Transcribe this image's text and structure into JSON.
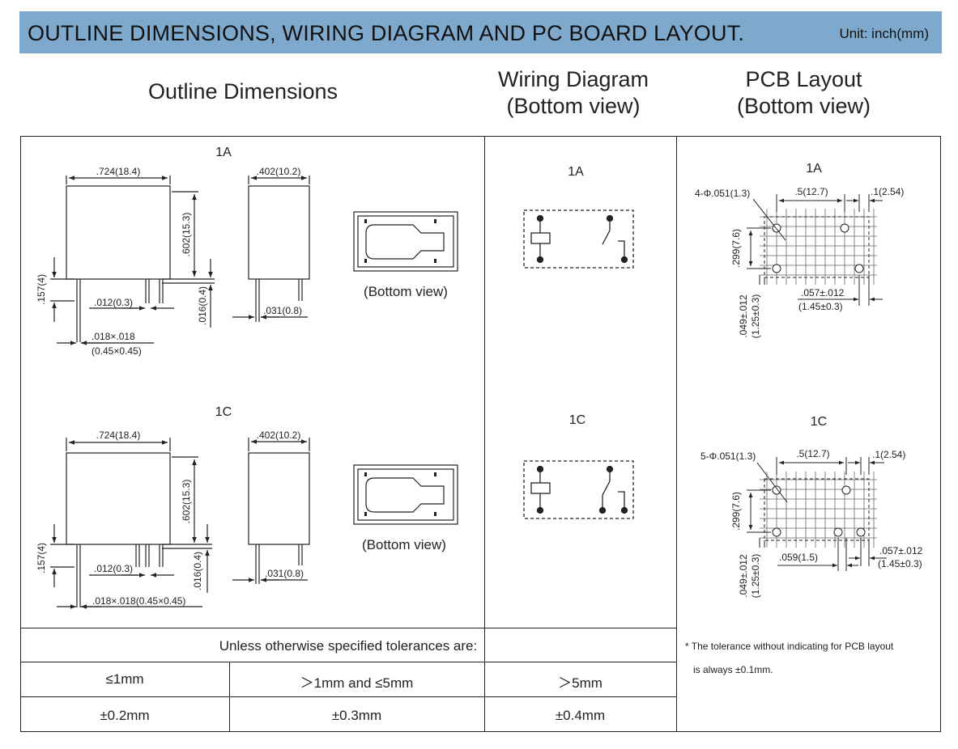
{
  "header": {
    "title": "OUTLINE DIMENSIONS, WIRING DIAGRAM AND PC BOARD LAYOUT.",
    "unit": "Unit: inch(mm)"
  },
  "columns": {
    "outline": "Outline Dimensions",
    "wiring_line1": "Wiring Diagram",
    "wiring_line2": "(Bottom view)",
    "pcb_line1": "PCB Layout",
    "pcb_line2": "(Bottom view)"
  },
  "outline": {
    "a": {
      "label": "1A",
      "width": ".724(18.4)",
      "side_width": ".402(10.2)",
      "height": ".602(15.3)",
      "pin_height": ".157(4)",
      "pin_gap": ".012(0.3)",
      "pin_thick": ".016(0.4)",
      "pin_side": ".031(0.8)",
      "pin_section_1": ".018×.018",
      "pin_section_2": "(0.45×0.45)",
      "bottom_view": "(Bottom view)"
    },
    "c": {
      "label": "1C",
      "width": ".724(18.4)",
      "side_width": ".402(10.2)",
      "height": ".602(15.3)",
      "pin_height": ".157(4)",
      "pin_gap": ".012(0.3)",
      "pin_thick": ".016(0.4)",
      "pin_side": ".031(0.8)",
      "pin_section": ".018×.018(0.45×0.45)",
      "bottom_view": "(Bottom view)"
    }
  },
  "wiring": {
    "a_label": "1A",
    "c_label": "1C"
  },
  "pcb": {
    "a": {
      "label": "1A",
      "holes": "4-Φ.051(1.3)",
      "pitch": ".5(12.7)",
      "grid": ".1(2.54)",
      "vertical": ".299(7.6)",
      "offset_1": ".057±.012",
      "offset_2": "(1.45±0.3)",
      "side_1": ".049±.012",
      "side_2": "(1.25±0.3)"
    },
    "c": {
      "label": "1C",
      "holes": "5-Φ.051(1.3)",
      "pitch": ".5(12.7)",
      "grid": ".1(2.54)",
      "vertical": ".299(7.6)",
      "mid": ".059(1.5)",
      "offset_1": ".057±.012",
      "offset_2": "(1.45±0.3)",
      "side_1": ".049±.012",
      "side_2": "(1.25±0.3)"
    }
  },
  "tolerance": {
    "heading": "Unless otherwise specified tolerances are:",
    "ranges": [
      "≤1mm",
      "＞1mm and ≤5mm",
      "＞5mm"
    ],
    "values": [
      "±0.2mm",
      "±0.3mm",
      "±0.4mm"
    ]
  },
  "pcb_note": {
    "line1": "* The tolerance without indicating for PCB layout",
    "line2": "is always ±0.1mm."
  }
}
